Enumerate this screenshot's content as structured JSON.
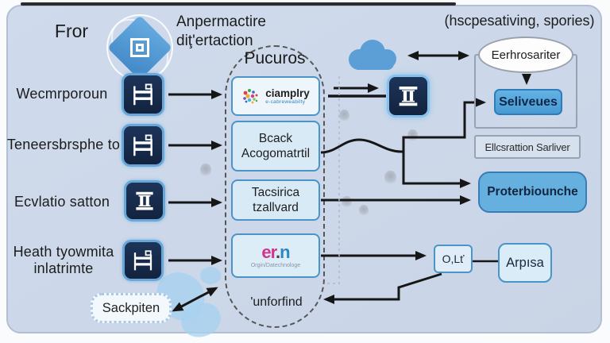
{
  "header": {
    "left_label": "Fror",
    "title_line1": "Anpermactire",
    "title_line2": "diţ'ertaction",
    "right_note": "(hscpesativing, spories)"
  },
  "left_rows": [
    {
      "label": "Wecmrporoun",
      "icon": "shelf-icon"
    },
    {
      "label": "Teneersbrsphe to",
      "icon": "shelf-icon"
    },
    {
      "label": "Ecvlatio satton",
      "icon": "pillar-icon"
    },
    {
      "label_line1": "Heath tyowmita",
      "label_line2": "inlatrimte",
      "icon": "shelf-icon"
    }
  ],
  "process_group": {
    "title": "Pucuros",
    "box1": {
      "brand": "ciamplry",
      "brand_sub": "e-cabreweabilty"
    },
    "box2": {
      "line1": "Bcack",
      "line2": "Acogomatrtil"
    },
    "box3": {
      "line1": "Tacsirica",
      "line2": "tzallvard"
    },
    "box4": {
      "brand_p1": "er",
      "brand_p2": ".",
      "brand_p3": "n",
      "brand_sub": "Orgin/Datechnologe"
    },
    "footer": "'unforfind"
  },
  "right_column": {
    "ellipse_label": "Eerhrosariter",
    "selected_label": "Seliveues",
    "container_label": "Ellcsrattion Sarliver",
    "result_label": "Proterbiounche",
    "small_label": "O,Lť",
    "side_label": "Arpısa"
  },
  "bottom": {
    "cloud_label": "Sackpiten"
  },
  "colors": {
    "panel_bg": "#ccd8e9",
    "accent_blue": "#4a94c8",
    "tile_navy": "#16294d",
    "selected_fill": "#55a7db",
    "result_fill": "#66b0e0",
    "cloud_blue": "#5b9fd6",
    "brand_pink": "#d1338e",
    "brand_blue": "#2e86c1",
    "arrow_black": "#161616"
  }
}
